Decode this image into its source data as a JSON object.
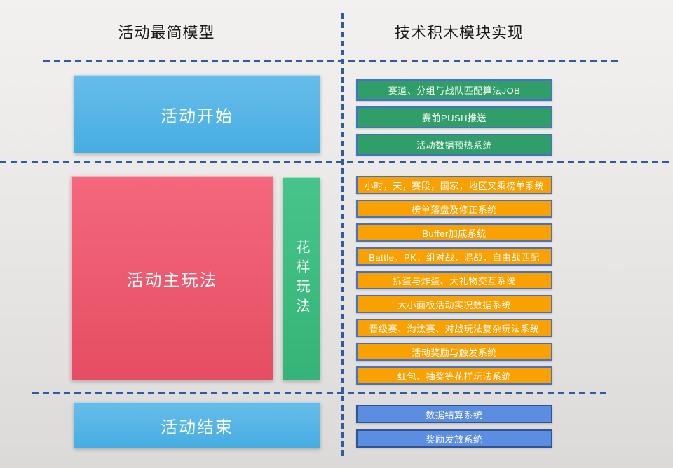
{
  "left_title": "活动最简模型",
  "right_title": "技术积木模块实现",
  "left_flow": {
    "start": "活动开始",
    "main": "活动主玩法",
    "variety": "花样玩法",
    "end": "活动结束"
  },
  "right_modules": {
    "pre": [
      "赛道、分组与战队匹配算法JOB",
      "赛前PUSH推送",
      "活动数据预热系统"
    ],
    "mid": [
      "小时，天，赛段，国家，地区叉乘榜单系统",
      "榜单落盘及修正系统",
      "Buffer加成系统",
      "Battle，PK，组对战，混战，自由战匹配",
      "拆蛋与炸蛋、大礼物交互系统",
      "大小面板活动实况数据系统",
      "晋级赛、淘汰赛、对战玩法复杂玩法系统",
      "活动奖励与触发系统",
      "红包、抽奖等花样玩法系统"
    ],
    "post": [
      "数据结算系统",
      "奖励发放系统"
    ]
  },
  "colors": {
    "dash_line": "#2f5ba6",
    "start_end_fill": "#55b4e5",
    "main_fill": "#ee5d73",
    "variety_fill": "#3fc084",
    "pre_module_fill": "#2f9e68",
    "mid_module_fill": "#f9a102",
    "post_module_fill": "#5b8de0",
    "module_border": "#4472c4",
    "post_module_border": "#2f5597"
  }
}
